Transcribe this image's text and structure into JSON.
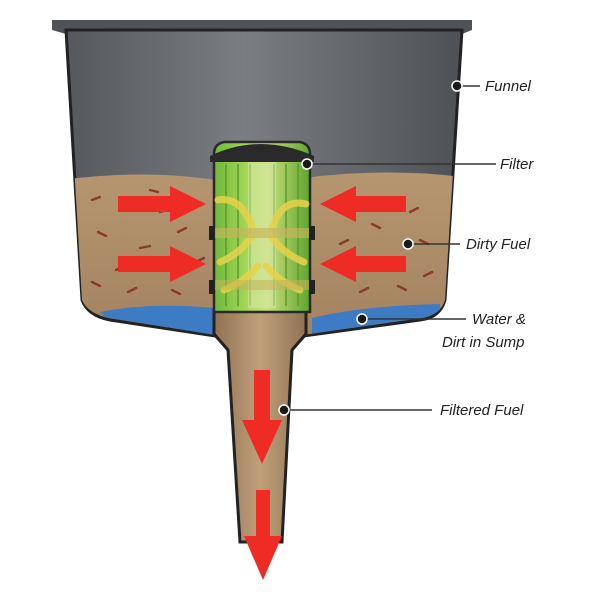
{
  "labels": {
    "funnel": "Funnel",
    "filter": "Filter",
    "dirty_fuel": "Dirty Fuel",
    "water_dirt_line1": "Water &",
    "water_dirt_line2": "Dirt in Sump",
    "filtered_fuel": "Filtered Fuel"
  },
  "colors": {
    "funnel_body": "#6b6e72",
    "funnel_rim": "#5a5d61",
    "dirty_fuel": "#b08f68",
    "dirt_flecks": "#8a3b2a",
    "water": "#3d7bc4",
    "filter_green": "#7cc441",
    "filter_yellow": "#e8d24a",
    "flow_arrow": "#ee2b24",
    "leader_line": "#333333"
  },
  "icons": {
    "flow_arrow": "red-flow-arrow",
    "leader_dot": "leader-dot"
  }
}
